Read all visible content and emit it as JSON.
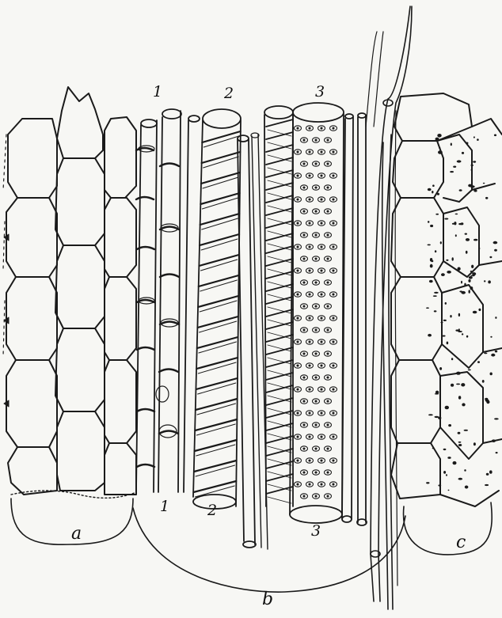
{
  "figure": {
    "ink_color": "#1a1a1a",
    "paper_color": "#f7f7f4",
    "labels": {
      "vessel_1_top": "1",
      "vessel_2_top": "2",
      "vessel_3_top": "3",
      "vessel_1_bottom": "1",
      "vessel_2_bottom": "2",
      "vessel_3_bottom": "3",
      "region_a": "a",
      "region_b": "b",
      "region_c": "c"
    }
  }
}
